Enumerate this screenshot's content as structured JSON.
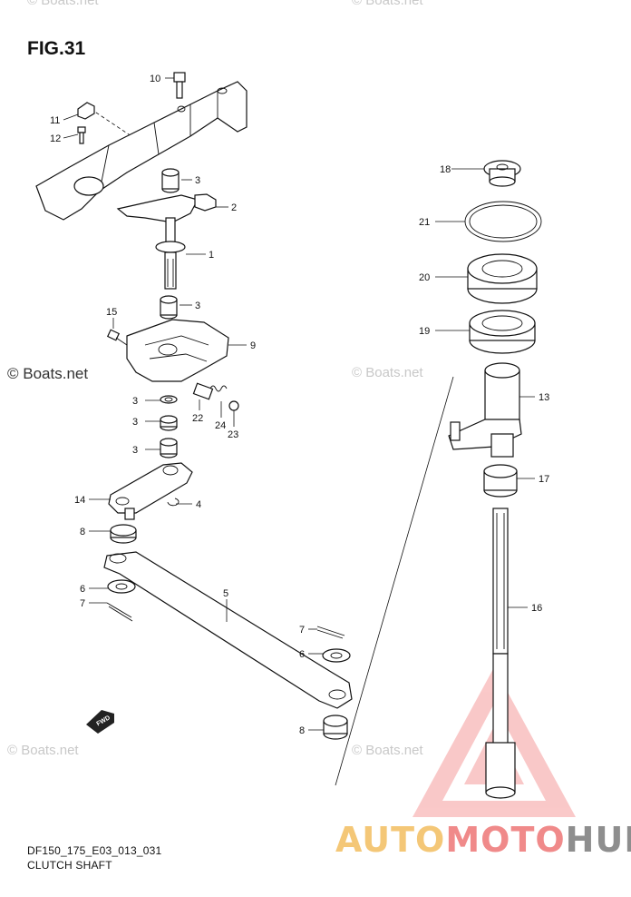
{
  "header": {
    "figure_label": "FIG.31"
  },
  "footer": {
    "model_code": "DF150_175_E03_013_031",
    "section_title": "CLUTCH SHAFT"
  },
  "watermarks": {
    "site_text": "© Boats.net",
    "brand": {
      "part1": "AUTO",
      "part2": "MOTO",
      "part3": "HUB"
    },
    "brand_colors": {
      "part1": "#f4c777",
      "part2": "#f08a8a",
      "part3": "#8e8e8e"
    }
  },
  "fwd_label": "FWD",
  "callouts": {
    "c10": "10",
    "c11": "11",
    "c12": "12",
    "c3a": "3",
    "c2": "2",
    "c1": "1",
    "c3b": "3",
    "c15": "15",
    "c9": "9",
    "c3c": "3",
    "c3d": "3",
    "c3e": "3",
    "c22": "22",
    "c24": "24",
    "c23": "23",
    "c14": "14",
    "c4": "4",
    "c8a": "8",
    "c6a": "6",
    "c7a": "7",
    "c5": "5",
    "c7b": "7",
    "c6b": "6",
    "c8b": "8",
    "c18": "18",
    "c21": "21",
    "c20": "20",
    "c19": "19",
    "c13": "13",
    "c17": "17",
    "c16": "16"
  }
}
